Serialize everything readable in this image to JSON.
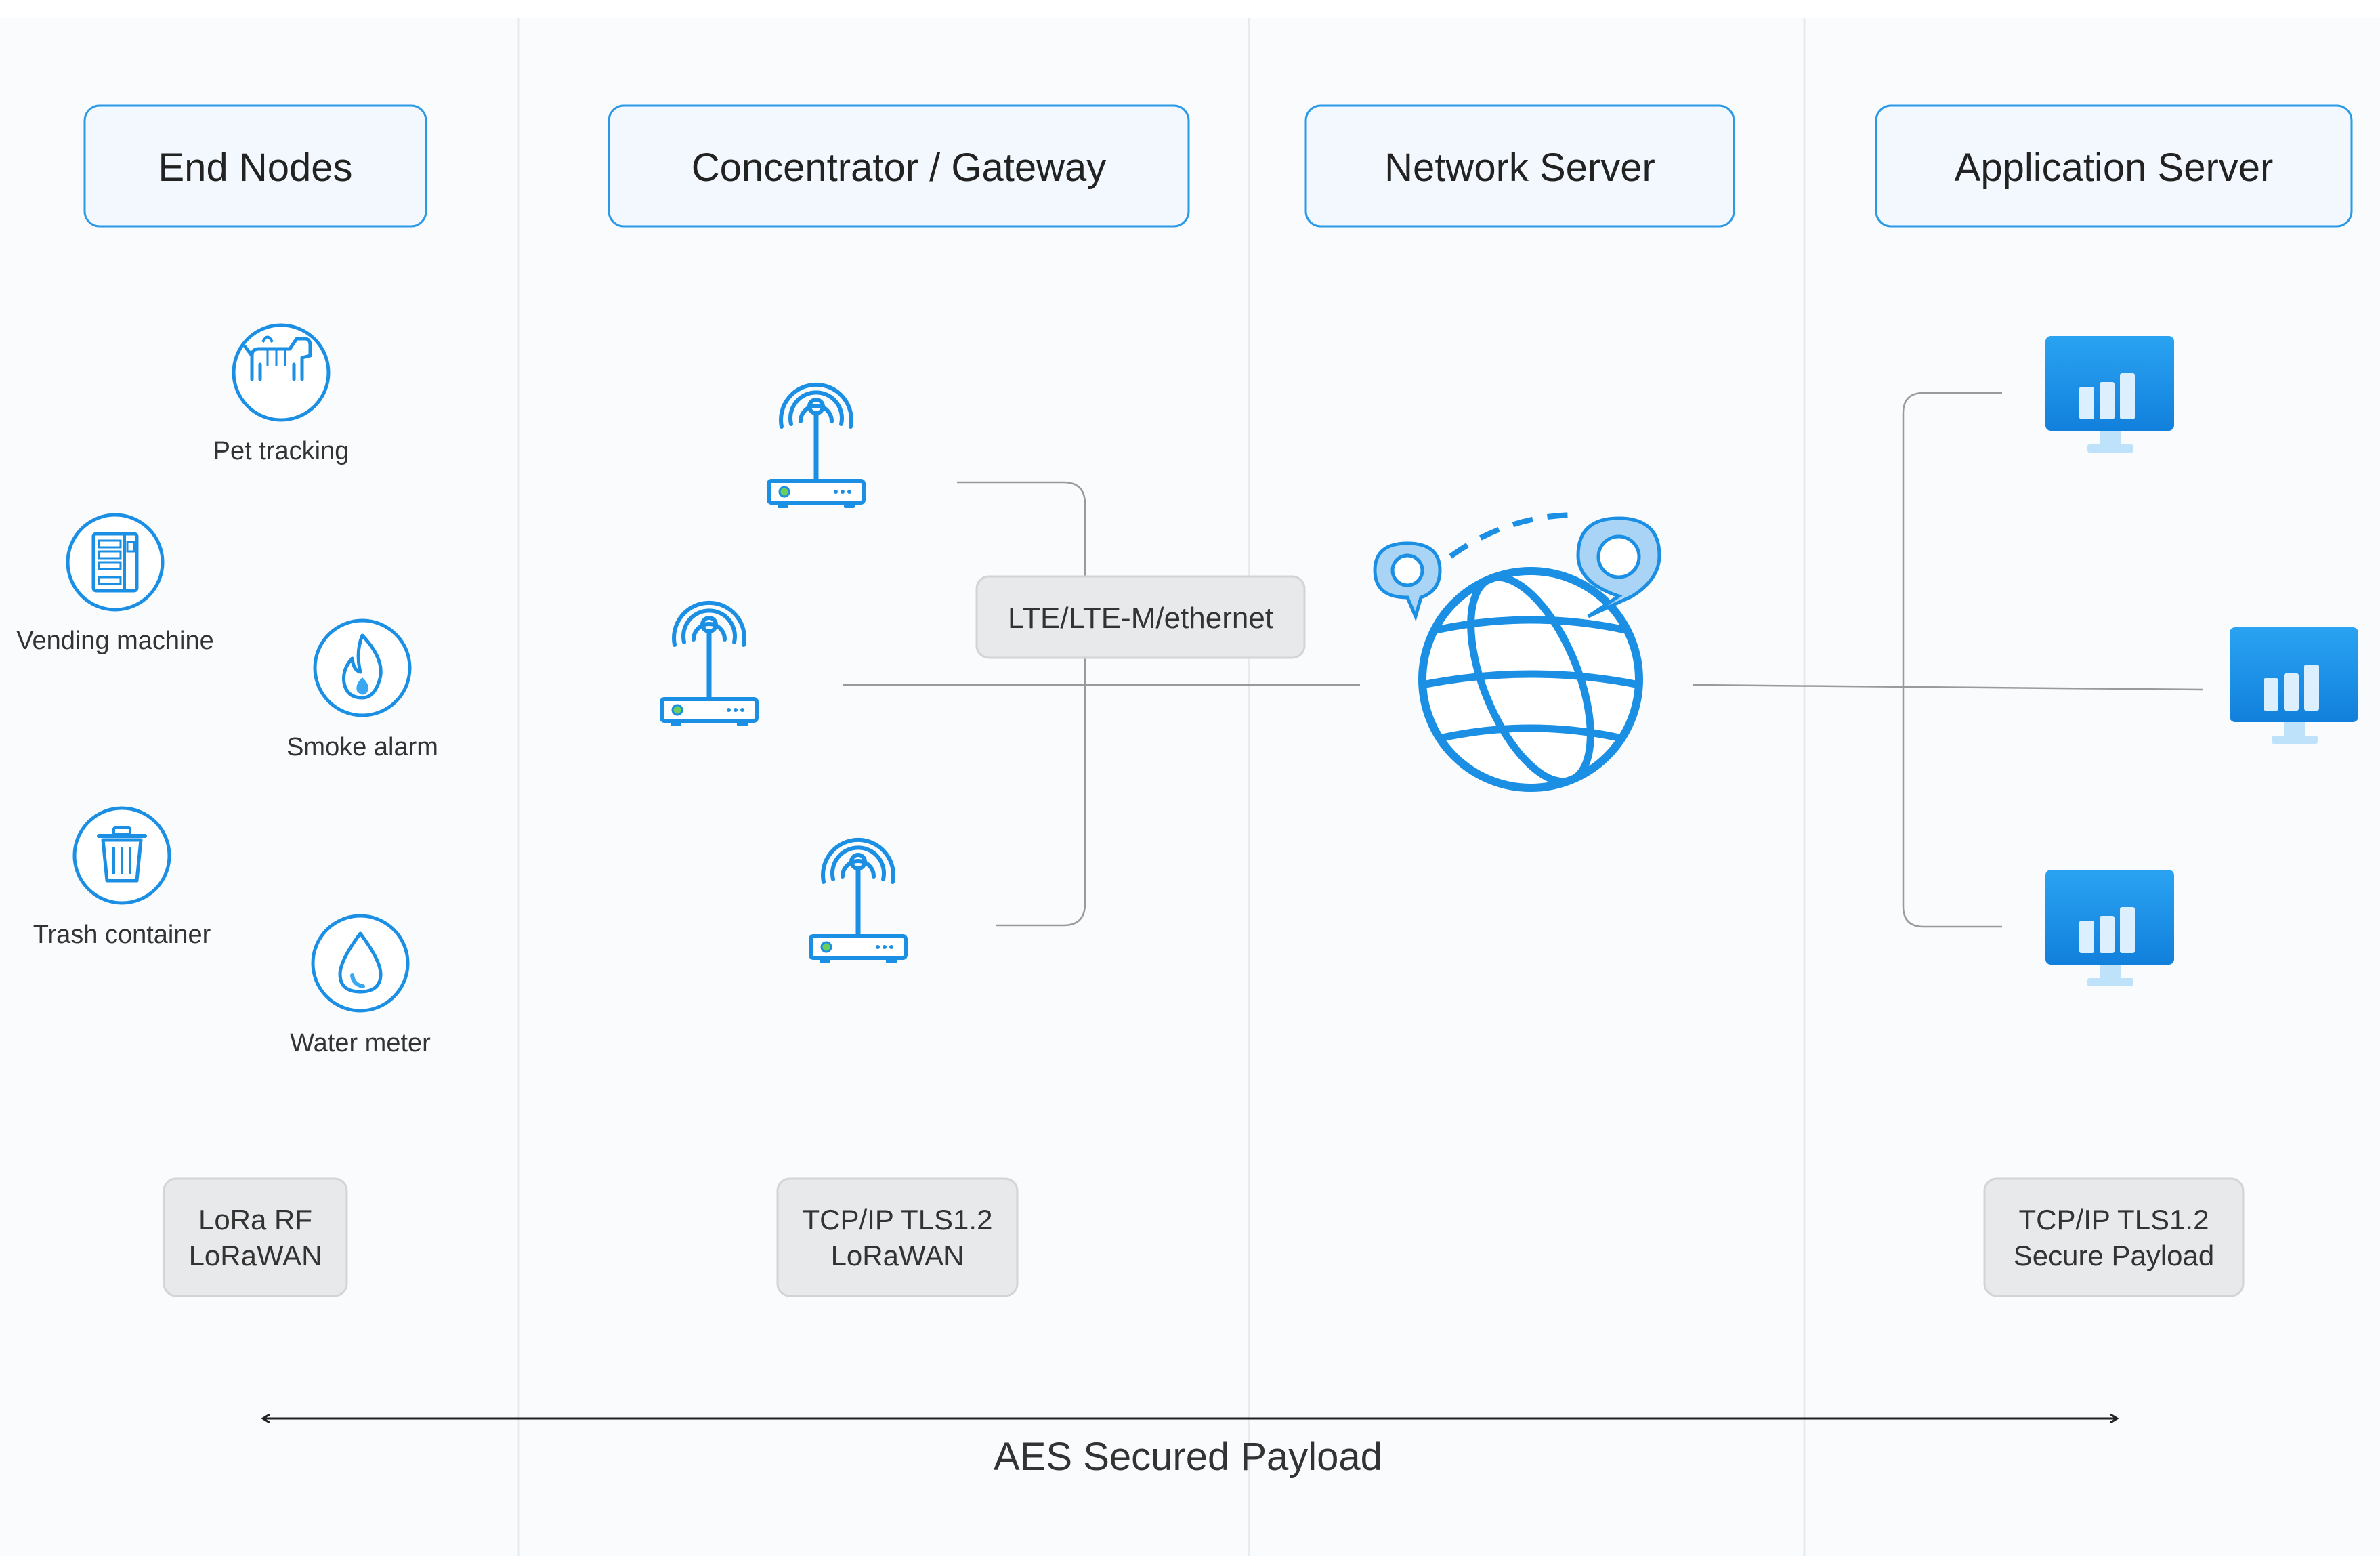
{
  "columns": {
    "end_nodes": {
      "title": "End Nodes"
    },
    "gateway": {
      "title": "Concentrator / Gateway"
    },
    "network_server": {
      "title": "Network Server"
    },
    "app_server": {
      "title": "Application Server"
    }
  },
  "end_nodes": [
    {
      "label": "Pet tracking",
      "icon": "dog-icon"
    },
    {
      "label": "Vending machine",
      "icon": "vending-machine-icon"
    },
    {
      "label": "Smoke alarm",
      "icon": "flame-icon"
    },
    {
      "label": "Trash container",
      "icon": "trash-icon"
    },
    {
      "label": "Water meter",
      "icon": "water-drop-icon"
    }
  ],
  "backhaul_label": "LTE/LTE-M/ethernet",
  "protocols": {
    "end_nodes": [
      "LoRa RF",
      "LoRaWAN"
    ],
    "gateway": [
      "TCP/IP TLS1.2",
      "LoRaWAN"
    ],
    "app_server": [
      "TCP/IP TLS1.2",
      "Secure Payload"
    ]
  },
  "footer": {
    "aes_label": "AES Secured Payload"
  },
  "colors": {
    "accent": "#1a8fe3",
    "accent_light": "#3aa7f0",
    "header_fill": "#f3f8fe",
    "header_stroke": "#2a9ae6",
    "protocol_fill": "#e8e9eb",
    "protocol_stroke": "#d2d4d8",
    "column_bg": "#fafbfd",
    "line": "#9a9a9a"
  }
}
